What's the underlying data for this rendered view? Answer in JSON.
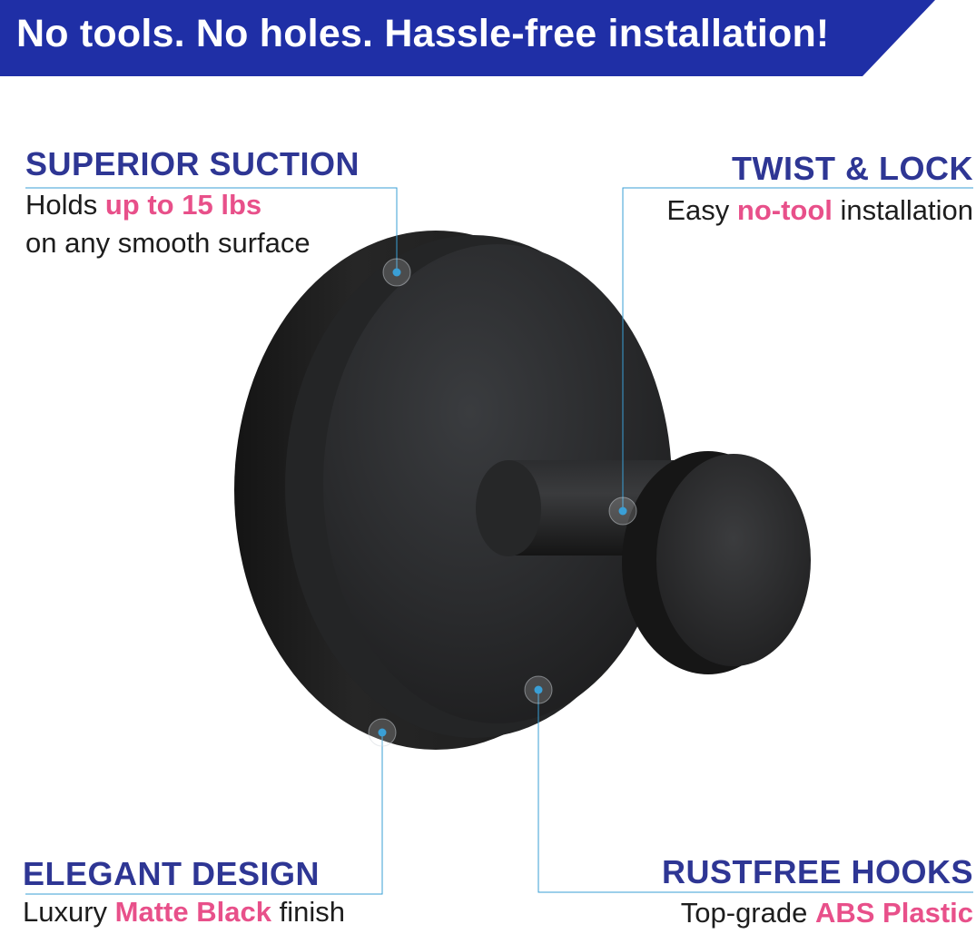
{
  "banner": {
    "text": "No tools. No holes. Hassle-free installation!",
    "color": "#1f2fa6"
  },
  "colors": {
    "heading": "#2e3694",
    "accent": "#e8508a",
    "leader": "#3a9fd6"
  },
  "callouts": {
    "suction": {
      "heading": "SUPERIOR SUCTION",
      "pre": "Holds ",
      "accent": "up to 15 lbs",
      "line2": "on any smooth surface"
    },
    "twist": {
      "heading": "TWIST & LOCK",
      "pre": "Easy ",
      "accent": "no-tool",
      "post": " installation"
    },
    "design": {
      "heading": "ELEGANT DESIGN",
      "pre": "Luxury ",
      "accent": "Matte Black",
      "post": " finish"
    },
    "rustfree": {
      "heading": "RUSTFREE HOOKS",
      "pre": "Top-grade ",
      "accent": "ABS Plastic"
    }
  },
  "product": {
    "name": "matte black suction hook"
  }
}
